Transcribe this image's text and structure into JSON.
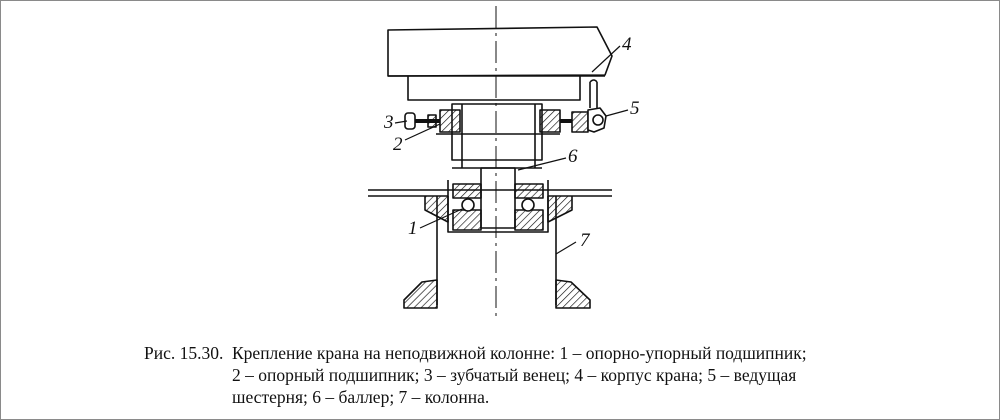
{
  "figure": {
    "labels": {
      "l1": "1",
      "l2": "2",
      "l3": "3",
      "l4": "4",
      "l5": "5",
      "l6": "6",
      "l7": "7"
    }
  },
  "caption": {
    "number": "Рис. 15.30.",
    "line1": "Крепление крана на неподвижной колонне: 1 – опорно-упорный подшипник;",
    "line2": "2 – опорный подшипник; 3 – зубчатый венец; 4 – корпус крана; 5 – ведущая",
    "line3": "шестерня; 6 – баллер; 7 – колонна."
  }
}
